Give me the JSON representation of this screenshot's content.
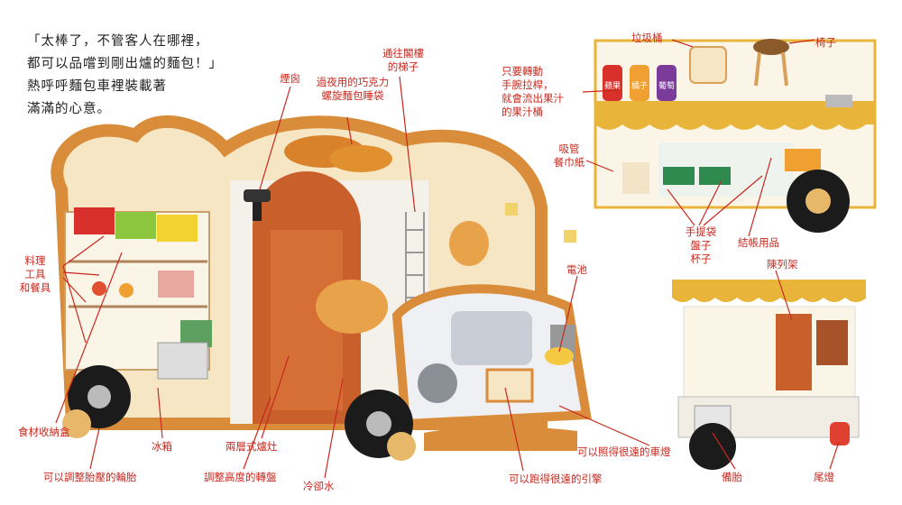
{
  "intro": [
    "「太棒了，不管客人在哪裡，",
    "都可以品嚐到剛出爐的麵包！」",
    "熱呼呼麵包車裡裝載著",
    "滿滿的心意。"
  ],
  "labels": {
    "chimney": "煙囪",
    "chocolate_bag_1": "過夜用的巧克力",
    "chocolate_bag_2": "螺旋麵包睡袋",
    "attic_ladder_1": "通往閣樓",
    "attic_ladder_2": "的梯子",
    "kitchen_tools_1": "料理",
    "kitchen_tools_2": "工具",
    "kitchen_tools_3": "和餐具",
    "battery": "電池",
    "food_storage": "食材收納盒",
    "fridge": "冰箱",
    "oven": "兩層式爐灶",
    "headlight": "可以照得很遠的車燈",
    "tire": "可以調整胎壓的輪胎",
    "steering": "調整高度的轉盤",
    "coolant": "冷卻水",
    "engine": "可以跑得很遠的引擎",
    "trash": "垃圾桶",
    "stool": "椅子",
    "juice_1": "只要轉動",
    "juice_2": "手腕拉桿，",
    "juice_3": "就會流出果汁",
    "juice_4": "的果汁桶",
    "straw_1": "吸管",
    "straw_2": "餐巾紙",
    "bags_1": "手提袋",
    "bags_2": "盤子",
    "bags_3": "杯子",
    "checkout": "結帳用品",
    "display": "陳列架",
    "spare": "備胎",
    "taillight": "尾燈"
  },
  "juice_tags": [
    "蘋果",
    "橘子",
    "葡萄"
  ],
  "colors": {
    "label": "#c8281e",
    "crust": "#d98c3a",
    "crumb": "#f7e6c4",
    "brick": "#c9602c",
    "awning": "#e8b53a"
  }
}
